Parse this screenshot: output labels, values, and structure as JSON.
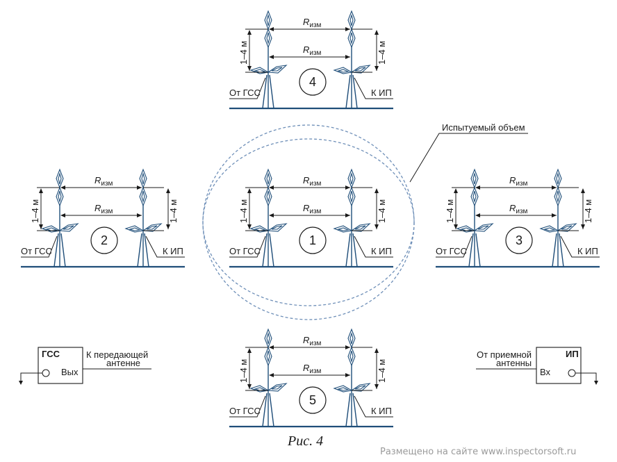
{
  "diagram": {
    "caption": "Рис. 4",
    "watermark": "Размещено на сайте www.inspectorsoft.ru",
    "test_volume_label": "Испытуемый объем",
    "distance_label_r": "R",
    "distance_label_sub": "изм",
    "height_label": "1–4 м",
    "from_generator_label": "От ГСС",
    "to_receiver_label": "К ИП",
    "positions": [
      {
        "number": "1"
      },
      {
        "number": "2"
      },
      {
        "number": "3"
      },
      {
        "number": "4"
      },
      {
        "number": "5"
      }
    ],
    "generator": {
      "title": "ГСС",
      "port_label": "Вых",
      "connection_line1": "К передающей",
      "connection_line2": "антенне"
    },
    "receiver": {
      "title": "ИП",
      "port_label": "Вх",
      "connection_line1": "От приемной",
      "connection_line2": "антенны"
    },
    "colors": {
      "antenna_blue": "#1f4e79",
      "ellipse_blue": "#6e8fb8",
      "text": "#1a1a1a"
    }
  }
}
